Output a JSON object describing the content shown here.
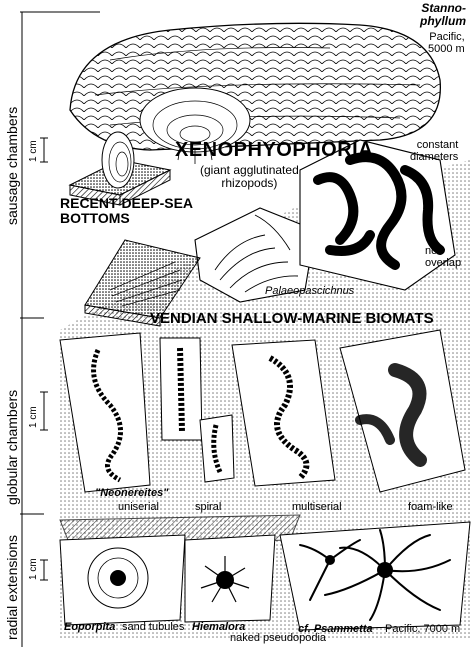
{
  "labels": {
    "stannophyllum": "Stanno-\nphyllum",
    "pacific_5000": "Pacific,\n5000 m",
    "constant_diameters": "constant\ndiameters",
    "xenophyophoria": "XENOPHYOPHORIA",
    "xeno_subtitle": "(giant agglutinated\nrhizopods)",
    "recent_deep_sea": "RECENT DEEP-SEA\nBOTTOMS",
    "no_overlap": "no\noverlap",
    "palaeopascichnus": "Palaeopascichnus",
    "vendian": "VENDIAN SHALLOW-MARINE BIOMATS",
    "neonereites": "\"Neonereites\"",
    "uniserial": "uniserial",
    "spiral": "spiral",
    "multiserial": "multiserial",
    "foam_like": "foam-like",
    "eoporpita": "Eoporpita",
    "sand_tubules": "sand tubules",
    "hiemalora": "Hiemalora",
    "cf_psammetta": "cf. Psammetta",
    "pacific_7000": "Pacific, 7000 m",
    "naked_pseudopodia": "naked pseudopodia"
  },
  "side_labels": {
    "sausage_chambers": "sausage chambers",
    "globular_chambers": "globular chambers",
    "radial_extensions": "radial extensions",
    "scale_1cm": "1 cm"
  },
  "colors": {
    "ink": "#000000",
    "paper": "#ffffff",
    "stipple": "#bdbdbd"
  }
}
